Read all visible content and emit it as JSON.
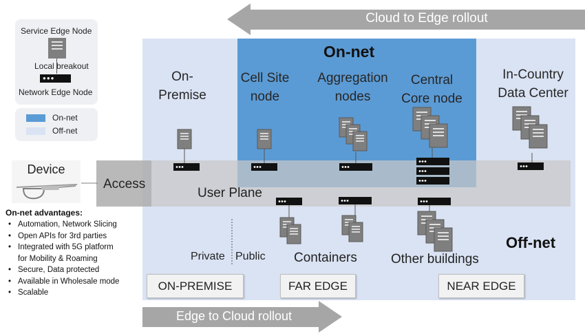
{
  "arrows": {
    "top": "Cloud to Edge rollout",
    "bottom": "Edge to Cloud rollout"
  },
  "legend": {
    "service_edge_node": "Service Edge Node",
    "local_breakout": "Local breakout",
    "network_edge_node": "Network Edge Node",
    "onnet": "On-net",
    "offnet": "Off-net",
    "onnet_color": "#5b9bd5",
    "offnet_color": "#dae3f3"
  },
  "regions": {
    "onnet_title": "On-net",
    "offnet_title": "Off-net"
  },
  "nodes": {
    "on_premise": [
      "On-",
      "Premise"
    ],
    "cell_site": [
      "Cell Site",
      "node"
    ],
    "aggregation": [
      "Aggregation",
      "nodes"
    ],
    "central_core": [
      "Central",
      "Core node"
    ],
    "in_country": [
      "In-Country",
      "Data Center"
    ]
  },
  "labels": {
    "access": "Access",
    "user_plane": "User Plane",
    "private": "Private",
    "public": "Public",
    "containers": "Containers",
    "other_buildings": "Other buildings"
  },
  "zones": {
    "on_premise": "ON-PREMISE",
    "far_edge": "FAR EDGE",
    "near_edge": "NEAR EDGE"
  },
  "device": {
    "label": "Device"
  },
  "advantages": {
    "title": "On-net advantages:",
    "items": [
      "Automation, Network Slicing",
      "Open APIs for 3rd parties",
      "Integrated with 5G platform",
      "for Mobility & Roaming",
      "Secure, Data protected",
      "Available in Wholesale mode",
      "Scalable"
    ]
  }
}
